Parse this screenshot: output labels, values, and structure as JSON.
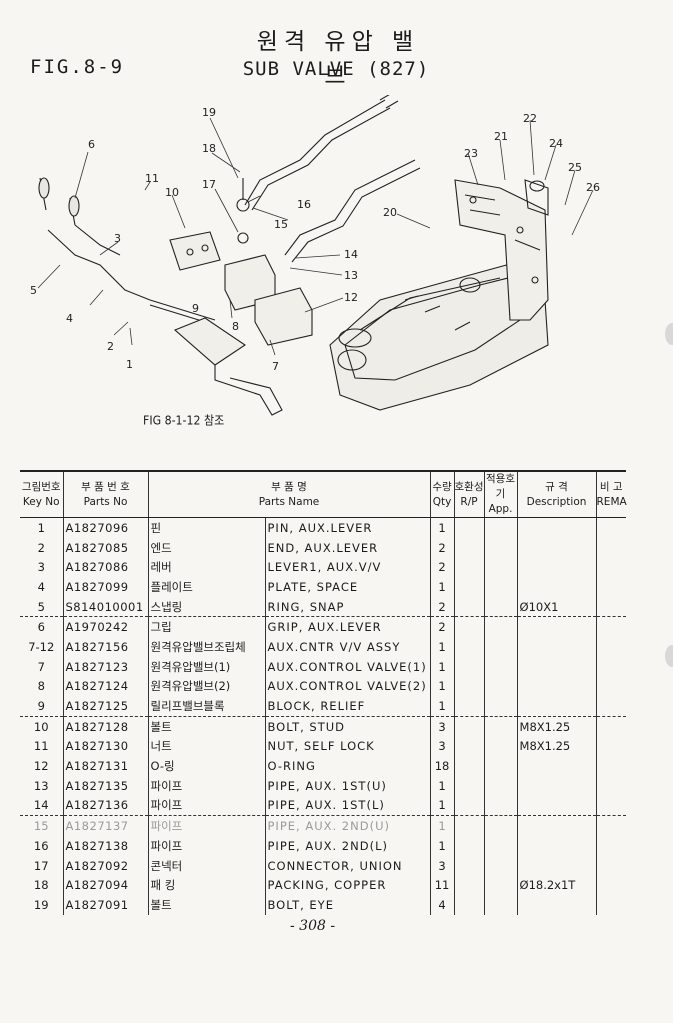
{
  "header": {
    "figure_no": "FIG.8-9",
    "title_korean": "원격 유압 밸브",
    "title_english": "SUB VALVE (827)"
  },
  "diagram": {
    "callouts": [
      "1",
      "2",
      "3",
      "4",
      "5",
      "6",
      "7",
      "8",
      "9",
      "10",
      "11",
      "12",
      "13",
      "14",
      "15",
      "16",
      "17",
      "18",
      "19",
      "20",
      "21",
      "22",
      "23",
      "24",
      "25",
      "26"
    ],
    "reference_note": "FIG 8-1-12 참조"
  },
  "table": {
    "headers": [
      {
        "ko": "그림번호",
        "en": "Key No"
      },
      {
        "ko": "부 품 번 호",
        "en": "Parts No"
      },
      {
        "ko": "부 품 명",
        "en": "Parts Name"
      },
      {
        "ko": "수량",
        "en": "Qty"
      },
      {
        "ko": "호환성",
        "en": "R/P"
      },
      {
        "ko": "적용호기",
        "en": "App."
      },
      {
        "ko": "규 격",
        "en": "Description"
      },
      {
        "ko": "비 고",
        "en": "REMA"
      }
    ],
    "rows": [
      {
        "key": "1",
        "part_no": "A1827096",
        "name_ko": "핀",
        "name_en": "PIN, AUX.LEVER",
        "qty": "1",
        "desc": ""
      },
      {
        "key": "2",
        "part_no": "A1827085",
        "name_ko": "엔드",
        "name_en": "END, AUX.LEVER",
        "qty": "2",
        "desc": ""
      },
      {
        "key": "3",
        "part_no": "A1827086",
        "name_ko": "레버",
        "name_en": "LEVER1, AUX.V/V",
        "qty": "2",
        "desc": ""
      },
      {
        "key": "4",
        "part_no": "A1827099",
        "name_ko": "플레이트",
        "name_en": "PLATE, SPACE",
        "qty": "1",
        "desc": ""
      },
      {
        "key": "5",
        "part_no": "S814010001",
        "name_ko": "스냅링",
        "name_en": "RING, SNAP",
        "qty": "2",
        "desc": "Ø10X1"
      },
      {
        "key": "6",
        "part_no": "A1970242",
        "name_ko": "그립",
        "name_en": "GRIP, AUX.LEVER",
        "qty": "2",
        "desc": ""
      },
      {
        "key": "7-12",
        "part_no": "A1827156",
        "name_ko": "원격유압밸브조립체",
        "name_en": "AUX.CNTR V/V ASSY",
        "qty": "1",
        "desc": ""
      },
      {
        "key": "7",
        "part_no": "A1827123",
        "name_ko": "원격유압밸브(1)",
        "name_en": "AUX.CONTROL VALVE(1)",
        "qty": "1",
        "desc": ""
      },
      {
        "key": "8",
        "part_no": "A1827124",
        "name_ko": "원격유압밸브(2)",
        "name_en": "AUX.CONTROL VALVE(2)",
        "qty": "1",
        "desc": ""
      },
      {
        "key": "9",
        "part_no": "A1827125",
        "name_ko": "릴리프밸브블록",
        "name_en": "BLOCK, RELIEF",
        "qty": "1",
        "desc": ""
      },
      {
        "key": "10",
        "part_no": "A1827128",
        "name_ko": "볼트",
        "name_en": "BOLT, STUD",
        "qty": "3",
        "desc": "M8X1.25"
      },
      {
        "key": "11",
        "part_no": "A1827130",
        "name_ko": "너트",
        "name_en": "NUT, SELF LOCK",
        "qty": "3",
        "desc": "M8X1.25"
      },
      {
        "key": "12",
        "part_no": "A1827131",
        "name_ko": "O-링",
        "name_en": "O-RING",
        "qty": "18",
        "desc": ""
      },
      {
        "key": "13",
        "part_no": "A1827135",
        "name_ko": "파이프",
        "name_en": "PIPE, AUX. 1ST(U)",
        "qty": "1",
        "desc": ""
      },
      {
        "key": "14",
        "part_no": "A1827136",
        "name_ko": "파이프",
        "name_en": "PIPE, AUX. 1ST(L)",
        "qty": "1",
        "desc": ""
      },
      {
        "key": "15",
        "part_no": "A1827137",
        "name_ko": "파이프",
        "name_en": "PIPE, AUX. 2ND(U)",
        "qty": "1",
        "desc": ""
      },
      {
        "key": "16",
        "part_no": "A1827138",
        "name_ko": "파이프",
        "name_en": "PIPE, AUX. 2ND(L)",
        "qty": "1",
        "desc": ""
      },
      {
        "key": "17",
        "part_no": "A1827092",
        "name_ko": "콘넥터",
        "name_en": "CONNECTOR, UNION",
        "qty": "3",
        "desc": ""
      },
      {
        "key": "18",
        "part_no": "A1827094",
        "name_ko": "패 킹",
        "name_en": "PACKING, COPPER",
        "qty": "11",
        "desc": "Ø18.2x1T"
      },
      {
        "key": "19",
        "part_no": "A1827091",
        "name_ko": "볼트",
        "name_en": "BOLT, EYE",
        "qty": "4",
        "desc": ""
      }
    ]
  },
  "footer": {
    "page_number": "- 308 -"
  }
}
